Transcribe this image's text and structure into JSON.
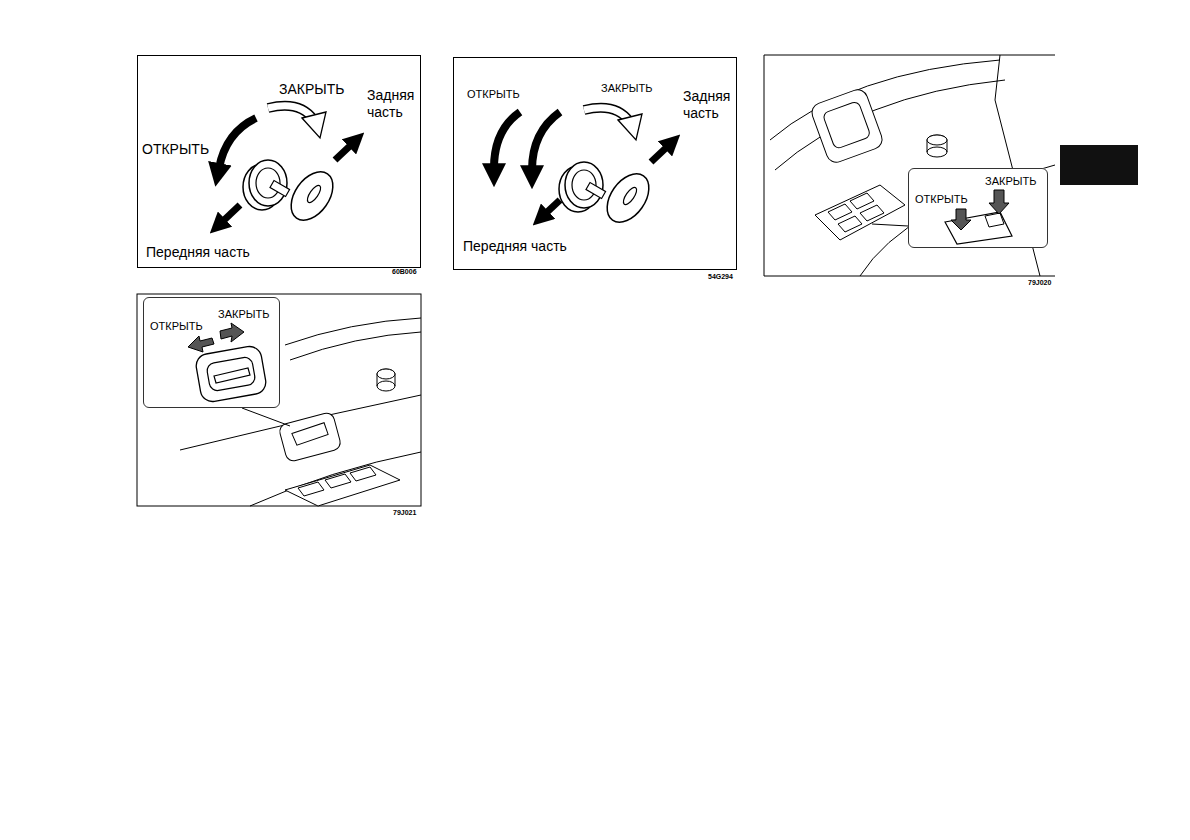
{
  "diagram": {
    "nodes": [
      {
        "text": [
          "ЗАКРЫТЬ",
          "Задняя часть",
          "ОТКРЫТЬ",
          "Передняя часть"
        ]
      },
      {
        "text": [
          "ОТКРЫТЬ",
          "ЗАКРЫТЬ",
          "Задняя часть",
          "Передняя часть"
        ]
      },
      {
        "text": [
          "ОТКРЫТЬ",
          "ЗАКРЫТЬ"
        ]
      },
      {
        "text": [
          "ОТКРЫТЬ",
          "ЗАКРЫТЬ"
        ]
      }
    ],
    "labels": [
      "60B006",
      "54G294",
      "79J020",
      "79J021"
    ]
  }
}
